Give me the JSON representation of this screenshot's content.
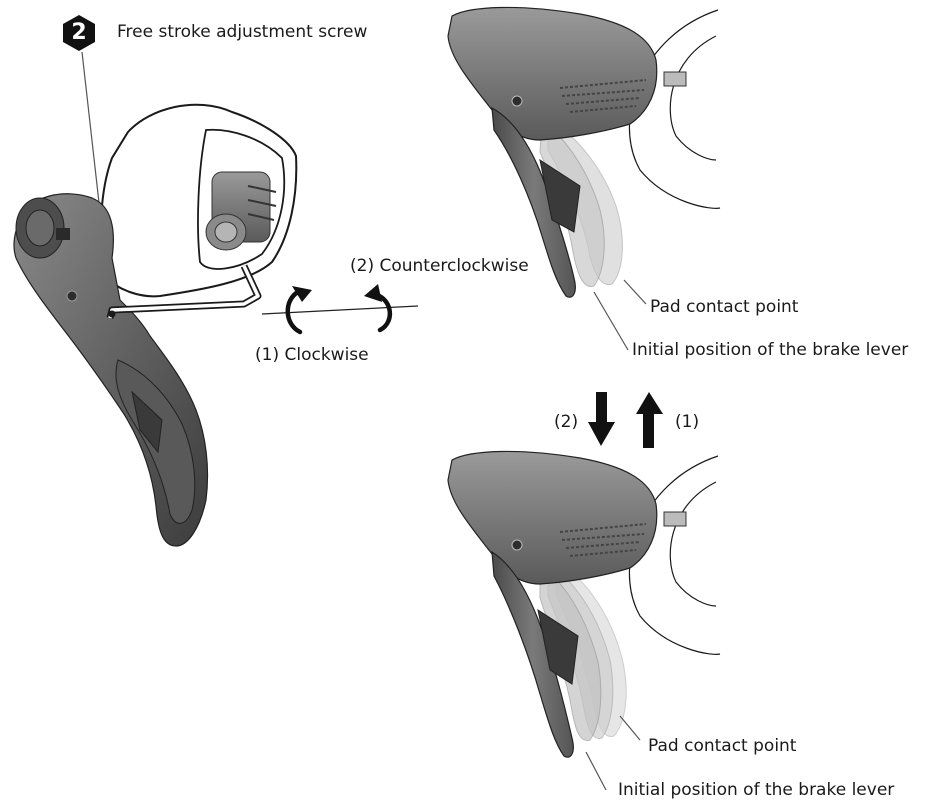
{
  "step": {
    "number": "2",
    "title": "Free stroke adjustment screw"
  },
  "rotation": {
    "counterclockwise_label": "(2) Counterclockwise",
    "clockwise_label": "(1) Clockwise"
  },
  "top_figure": {
    "pad_contact_label": "Pad contact point",
    "initial_position_label": "Initial position of the brake lever"
  },
  "direction_arrows": {
    "down_label": "(2)",
    "up_label": "(1)"
  },
  "bottom_figure": {
    "pad_contact_label": "Pad contact point",
    "initial_position_label": "Initial position of the brake lever"
  },
  "colors": {
    "lever_body": "#6f6f6f",
    "lever_dark": "#3f3f3f",
    "hood_outline": "#1a1a1a",
    "ghost_lever": "#b9b9b9",
    "text": "#1a1a1a"
  }
}
